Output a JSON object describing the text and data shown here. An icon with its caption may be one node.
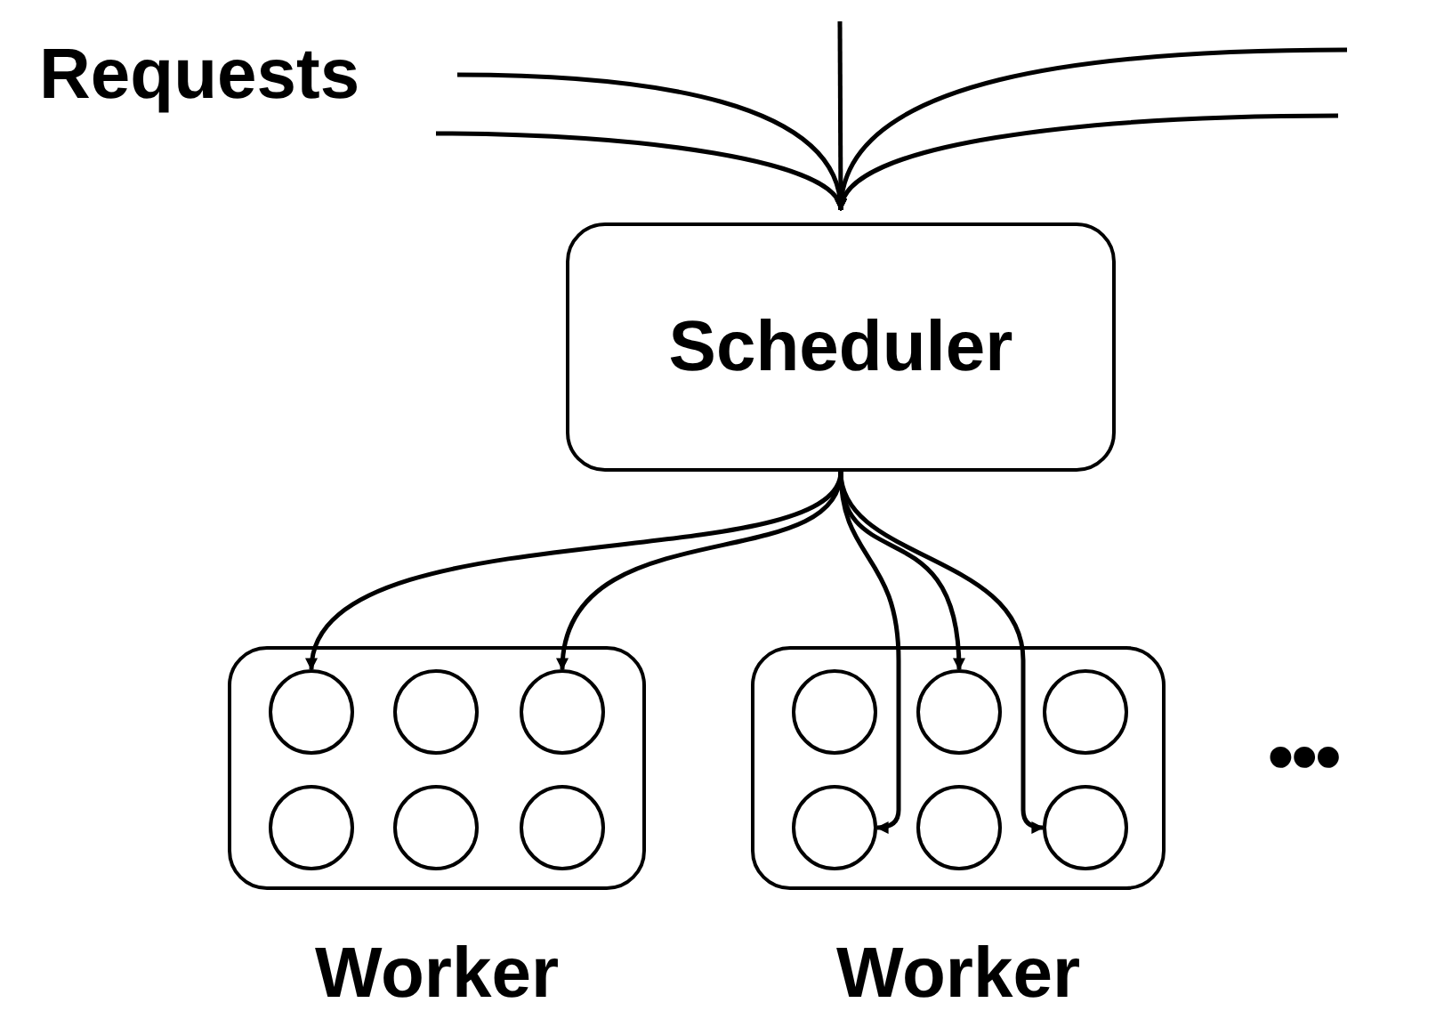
{
  "diagram": {
    "nodes": [
      {
        "text": [
          "Requests"
        ]
      },
      {
        "text": [
          "Scheduler"
        ]
      },
      {
        "text": [
          "Worker"
        ]
      },
      {
        "text": [],
        "shape": "circle",
        "in": 2
      },
      {
        "text": [],
        "shape": "circle",
        "in": 2
      },
      {
        "text": [],
        "shape": "circle",
        "in": 2
      },
      {
        "text": [],
        "shape": "circle",
        "in": 2
      },
      {
        "text": [],
        "shape": "circle",
        "in": 2
      },
      {
        "text": [],
        "shape": "circle",
        "in": 2
      },
      {
        "text": [
          "Worker"
        ]
      },
      {
        "text": [],
        "shape": "circle",
        "in": 9
      },
      {
        "text": [],
        "shape": "circle",
        "in": 9
      },
      {
        "text": [],
        "shape": "circle",
        "in": 9
      },
      {
        "text": [],
        "shape": "circle",
        "in": 9
      },
      {
        "text": [],
        "shape": "circle",
        "in": 9
      },
      {
        "text": [],
        "shape": "circle",
        "in": 9
      }
    ],
    "edges": [
      {
        "from": 0,
        "to": 1,
        "arrow": "to"
      },
      {
        "from": null,
        "to": 1,
        "arrow": "to"
      },
      {
        "from": null,
        "to": 1,
        "arrow": "to"
      },
      {
        "from": null,
        "to": 1,
        "arrow": "to"
      },
      {
        "from": null,
        "to": 1,
        "arrow": "to"
      },
      {
        "from": 1,
        "to": 3,
        "arrow": "to"
      },
      {
        "from": 1,
        "to": 5,
        "arrow": "to"
      },
      {
        "from": 1,
        "to": 13,
        "arrow": "to"
      },
      {
        "from": 1,
        "to": 11,
        "arrow": "to"
      },
      {
        "from": 1,
        "to": 15,
        "arrow": "to"
      }
    ],
    "labels": [
      "•••"
    ]
  }
}
